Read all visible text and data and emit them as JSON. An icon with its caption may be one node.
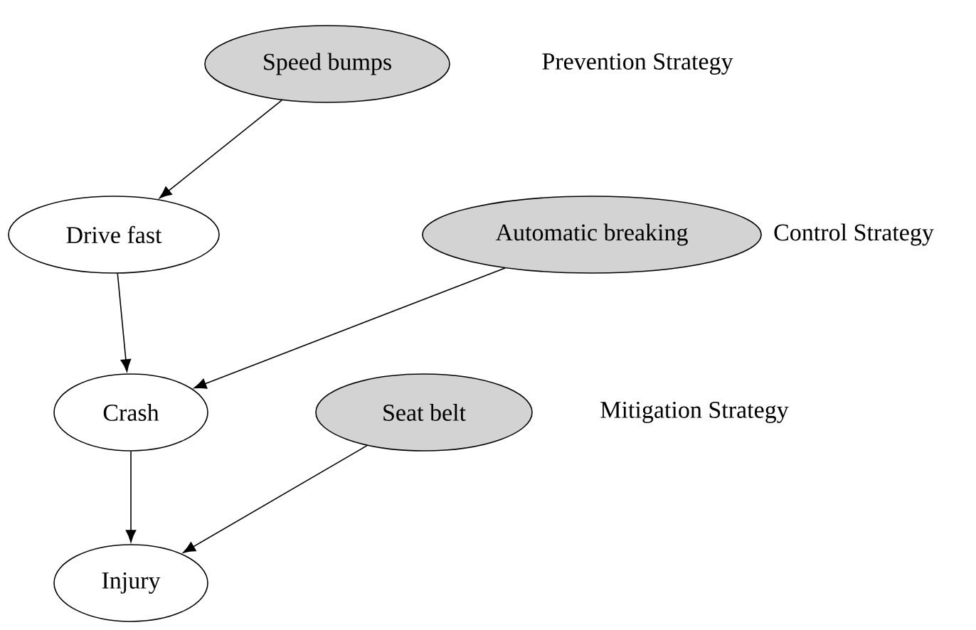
{
  "diagram": {
    "nodes": [
      {
        "text": [
          "Speed bumps"
        ],
        "beside": [
          "Prevention Strategy"
        ]
      },
      {
        "text": [
          "Drive fast"
        ]
      },
      {
        "text": [
          "Automatic breaking"
        ],
        "beside": [
          "Control Strategy"
        ]
      },
      {
        "text": [
          "Crash"
        ]
      },
      {
        "text": [
          "Seat belt"
        ],
        "beside": [
          "Mitigation Strategy"
        ]
      },
      {
        "text": [
          "Injury"
        ]
      }
    ],
    "edges": [
      {
        "from": 0,
        "to": 1,
        "arrow": "to"
      },
      {
        "from": 1,
        "to": 3,
        "arrow": "to"
      },
      {
        "from": 2,
        "to": 3,
        "arrow": "to"
      },
      {
        "from": 3,
        "to": 5,
        "arrow": "to"
      },
      {
        "from": 4,
        "to": 5,
        "arrow": "to"
      }
    ]
  }
}
